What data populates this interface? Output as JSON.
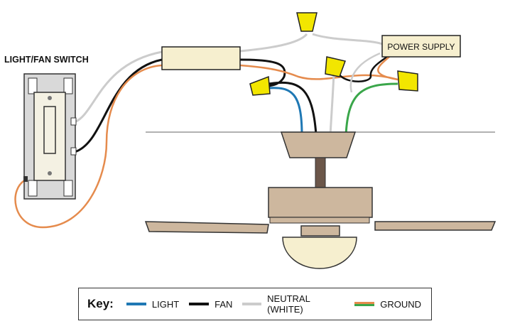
{
  "labels": {
    "switch": "LIGHT/FAN SWITCH",
    "power_supply": "POWER SUPPLY"
  },
  "key": {
    "title": "Key:",
    "items": [
      {
        "label": "LIGHT",
        "color": "#1f78b4"
      },
      {
        "label": "FAN",
        "color": "#111111"
      },
      {
        "label": "NEUTRAL (WHITE)",
        "color": "#cccccc"
      },
      {
        "label": "GROUND",
        "color": "#e58b4d"
      }
    ]
  },
  "colors": {
    "light": "#1f78b4",
    "fan": "#111111",
    "neutral": "#cccccc",
    "ground": "#e58b4d",
    "ground_green": "#3aa64a",
    "wire_nut": "#f2e600",
    "fixture": "#cdb79e",
    "globe": "#f6efcf",
    "switch_plate": "#f4f1e3"
  }
}
